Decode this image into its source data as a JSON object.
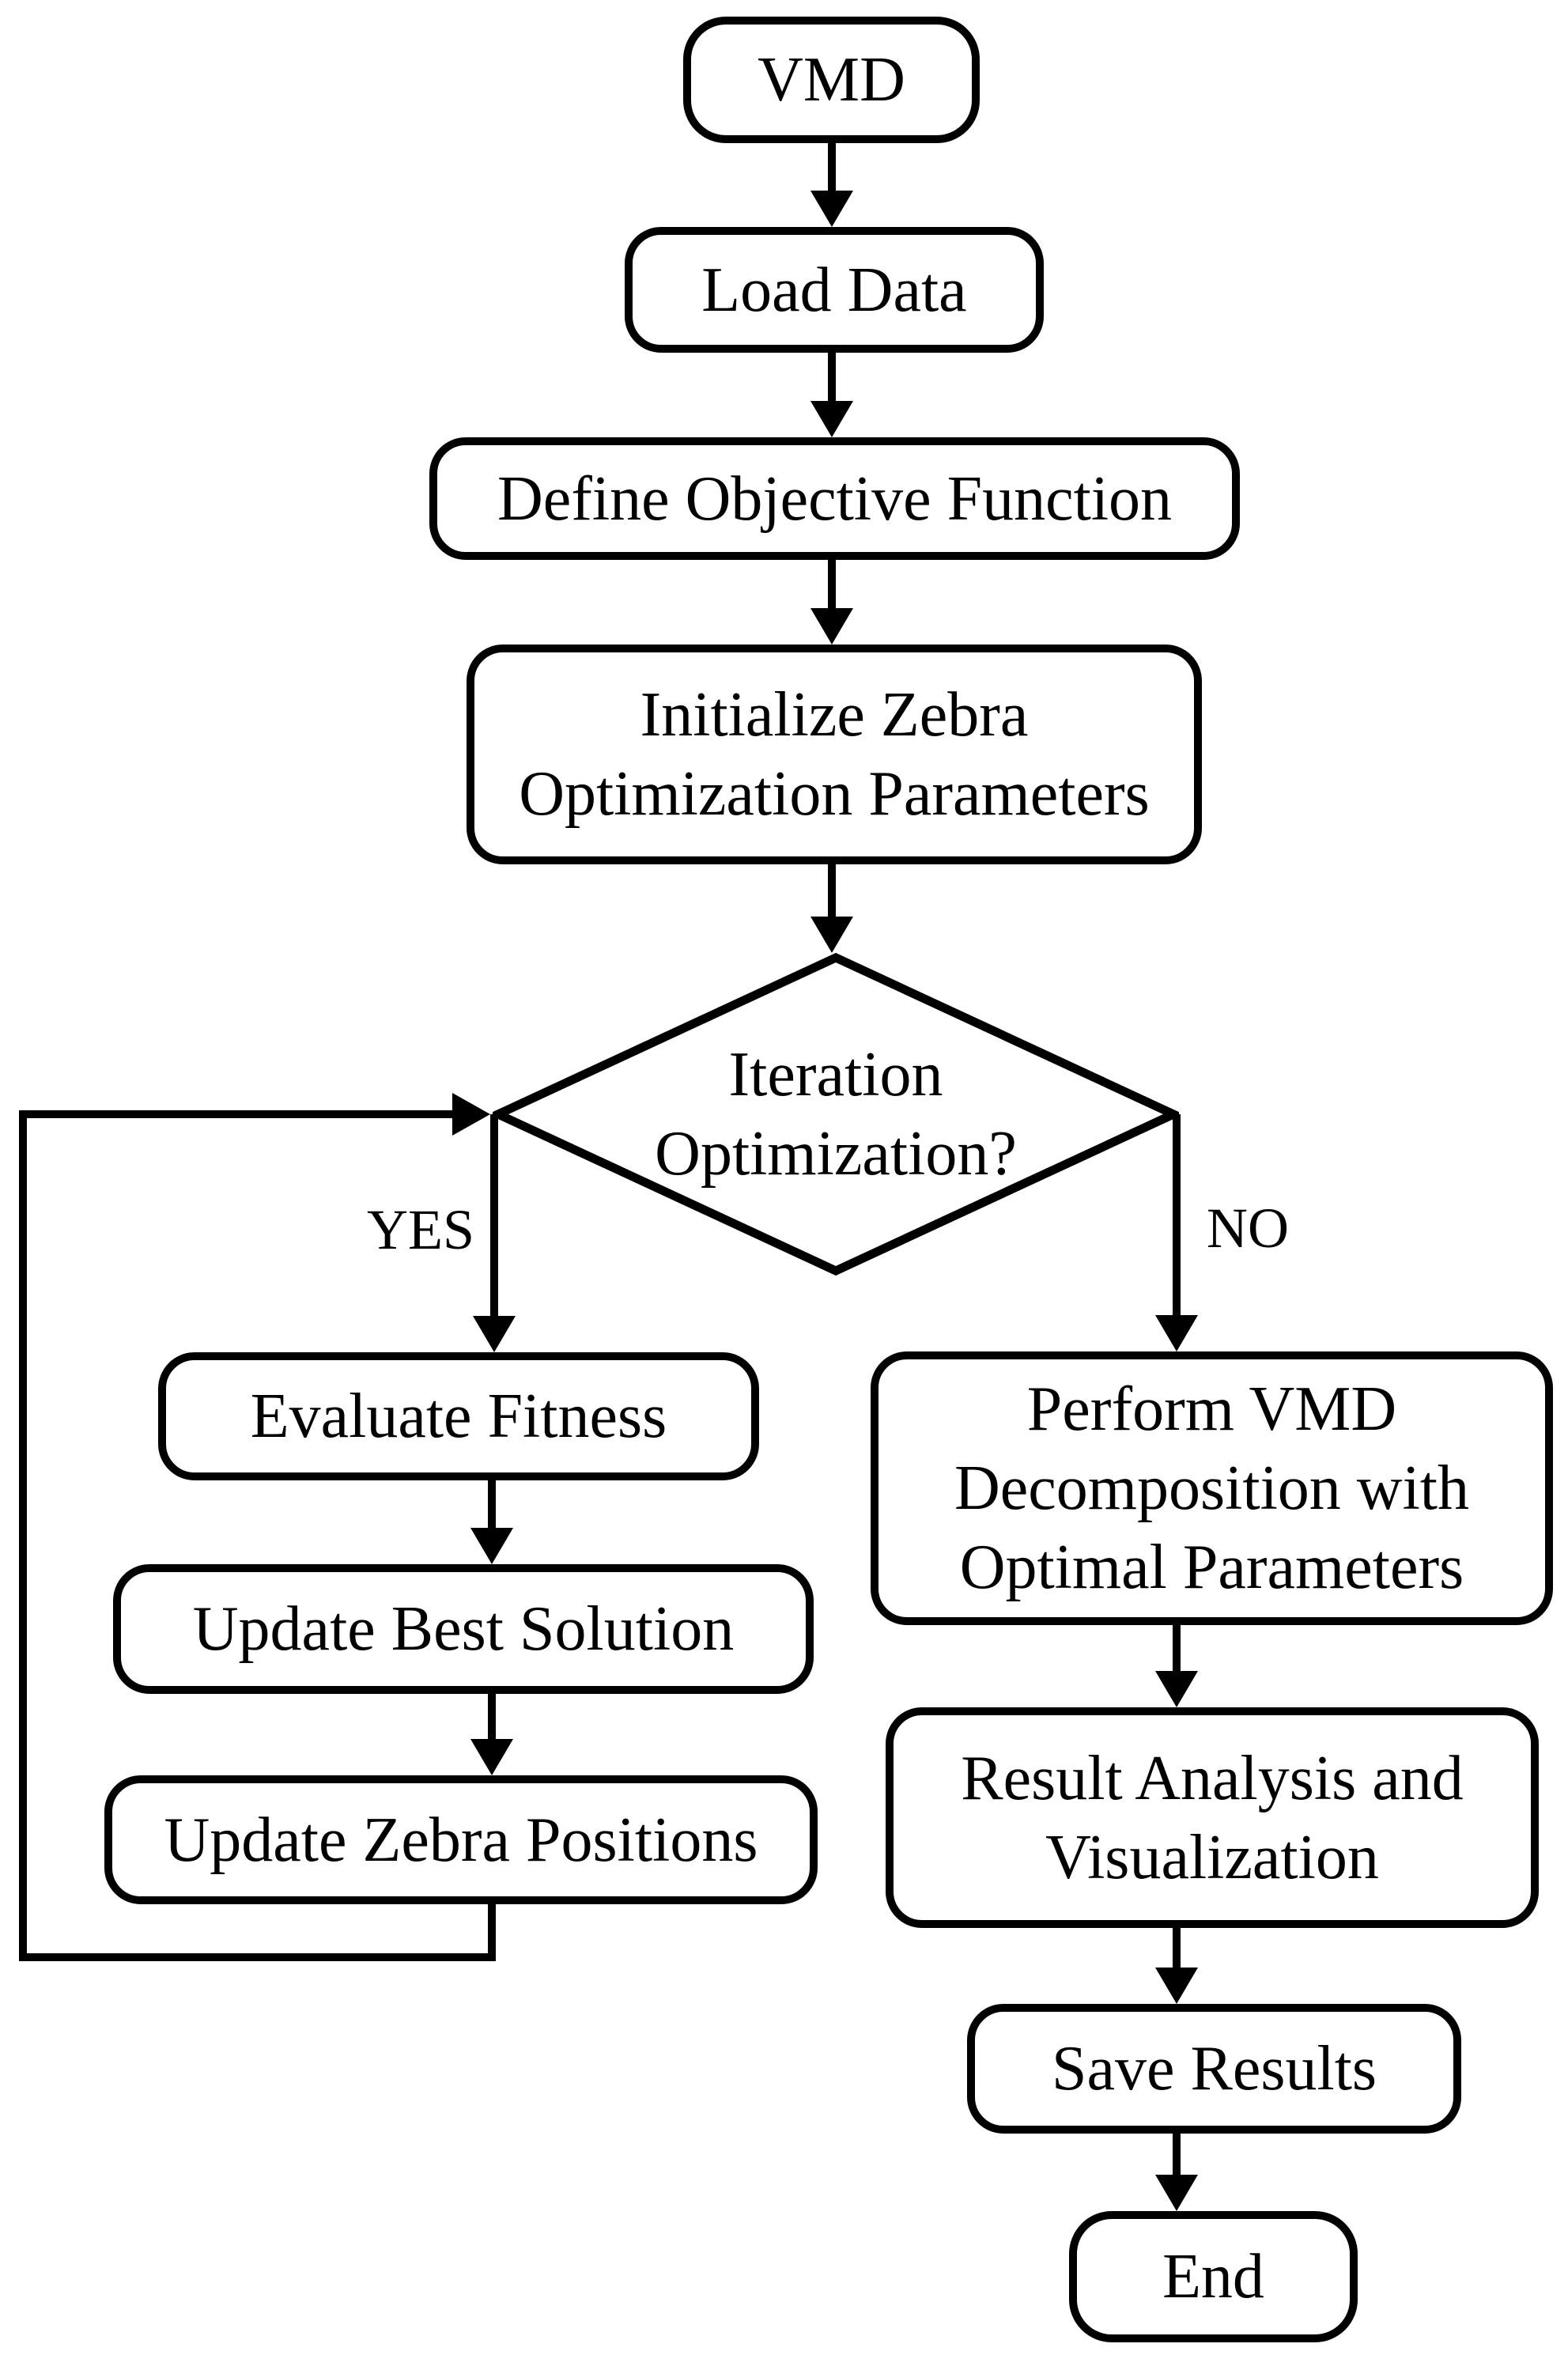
{
  "page": {
    "background_color": "#ffffff",
    "ink_color": "#000000"
  },
  "flowchart": {
    "nodes": [
      {
        "id": "vmd",
        "type": "terminator",
        "label": "VMD"
      },
      {
        "id": "load-data",
        "type": "process",
        "label": "Load Data"
      },
      {
        "id": "define-objective",
        "type": "process",
        "label": "Define Objective Function"
      },
      {
        "id": "init-zebra",
        "type": "process",
        "label": "Initialize Zebra\nOptimization Parameters"
      },
      {
        "id": "iteration-decision",
        "type": "decision",
        "label": "Iteration\nOptimization?"
      },
      {
        "id": "evaluate-fitness",
        "type": "process",
        "label": "Evaluate Fitness"
      },
      {
        "id": "update-best",
        "type": "process",
        "label": "Update Best Solution"
      },
      {
        "id": "update-zebra",
        "type": "process",
        "label": "Update Zebra Positions"
      },
      {
        "id": "perform-vmd",
        "type": "process",
        "label": "Perform VMD\nDecomposition with\nOptimal Parameters"
      },
      {
        "id": "result-analysis",
        "type": "process",
        "label": "Result Analysis and\nVisualization"
      },
      {
        "id": "save-results",
        "type": "process",
        "label": "Save Results"
      },
      {
        "id": "end",
        "type": "terminator",
        "label": "End"
      }
    ],
    "edges": [
      {
        "from": "vmd",
        "to": "load-data",
        "label": ""
      },
      {
        "from": "load-data",
        "to": "define-objective",
        "label": ""
      },
      {
        "from": "define-objective",
        "to": "init-zebra",
        "label": ""
      },
      {
        "from": "init-zebra",
        "to": "iteration-decision",
        "label": ""
      },
      {
        "from": "iteration-decision",
        "to": "evaluate-fitness",
        "label": "YES"
      },
      {
        "from": "evaluate-fitness",
        "to": "update-best",
        "label": ""
      },
      {
        "from": "update-best",
        "to": "update-zebra",
        "label": ""
      },
      {
        "from": "update-zebra",
        "to": "iteration-decision",
        "label": ""
      },
      {
        "from": "iteration-decision",
        "to": "perform-vmd",
        "label": "NO"
      },
      {
        "from": "perform-vmd",
        "to": "result-analysis",
        "label": ""
      },
      {
        "from": "result-analysis",
        "to": "save-results",
        "label": ""
      },
      {
        "from": "save-results",
        "to": "end",
        "label": ""
      }
    ]
  }
}
